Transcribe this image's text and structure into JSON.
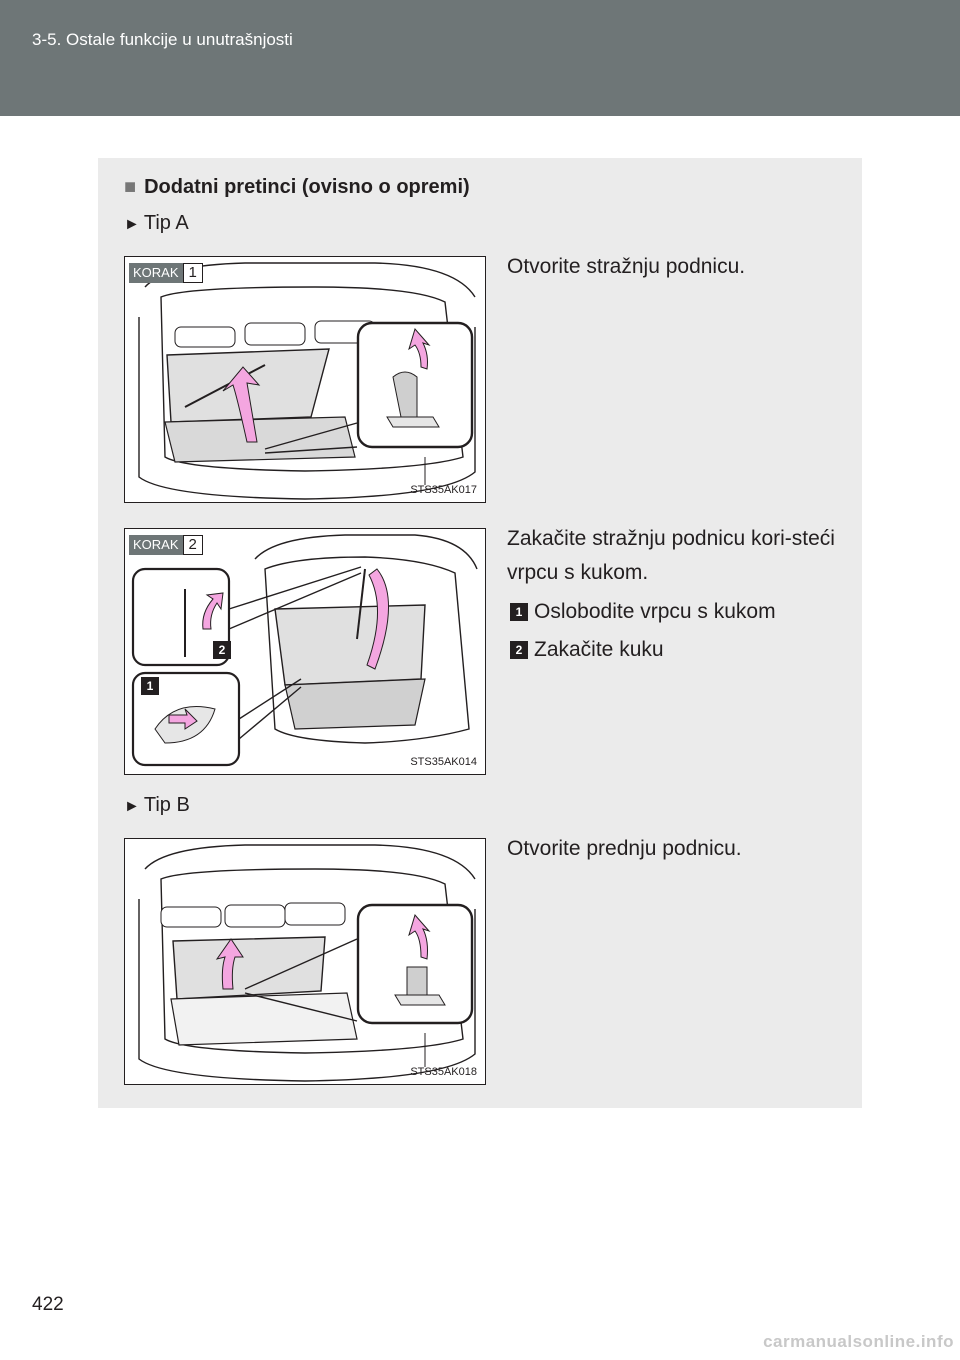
{
  "header": {
    "title": "3-5. Ostale funkcije u unutrašnjosti"
  },
  "section": {
    "bullet": "■",
    "title": "Dodatni pretinci (ovisno o opremi)"
  },
  "type_a": {
    "arrow": "►",
    "label": "Tip A",
    "step1": {
      "korak": "KORAK",
      "number": "1",
      "text": "Otvorite stražnju podnicu.",
      "image_code": "STS35AK017",
      "image_icon": "car-trunk-rear-floor-illustration"
    },
    "step2": {
      "korak": "KORAK",
      "number": "2",
      "text": "Zakačite stražnju podnicu kori-stеći vrpcu s kukom.",
      "image_code": "STS35AK014",
      "image_icon": "car-trunk-hook-strap-illustration",
      "items": [
        {
          "number": "1",
          "text": "Oslobodite vrpcu s kukom"
        },
        {
          "number": "2",
          "text": "Zakačite kuku"
        }
      ]
    }
  },
  "type_b": {
    "arrow": "►",
    "label": "Tip B",
    "step": {
      "text": "Otvorite prednju podnicu.",
      "image_code": "STS35AK018",
      "image_icon": "car-trunk-front-floor-illustration"
    }
  },
  "page_number": "422",
  "watermark": "carmanualsonline.info",
  "colors": {
    "header": "#6e7677",
    "panel": "#ebebeb",
    "arrow": "#f4a6e0",
    "text": "#231f20"
  }
}
